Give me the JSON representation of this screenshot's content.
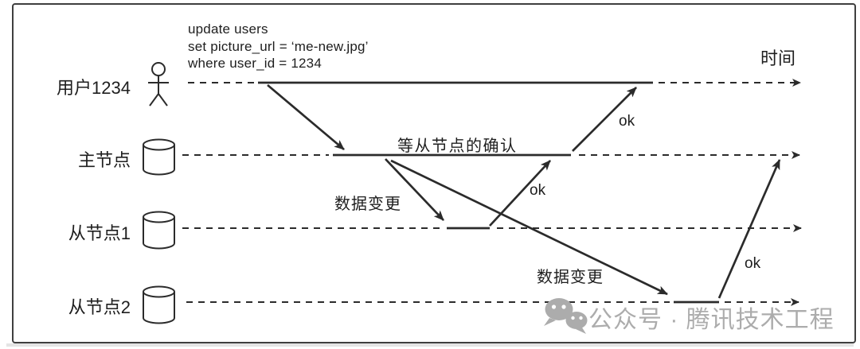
{
  "colors": {
    "line": "#2b2b2b",
    "ink": "#1e1e1e",
    "frame": "#3f3f3f",
    "watermark": "#acacac"
  },
  "diagram": {
    "time_label": "时间",
    "query_lines": [
      "update users",
      "set picture_url = ‘me-new.jpg’",
      "where user_id = 1234"
    ],
    "actors": [
      {
        "label": "用户1234",
        "icon": "person-icon"
      },
      {
        "label": "主节点",
        "icon": "database-icon"
      },
      {
        "label": "从节点1",
        "icon": "database-icon"
      },
      {
        "label": "从节点2",
        "icon": "database-icon"
      }
    ],
    "labels": {
      "wait_ack": "等从节点的确认",
      "data_change_1": "数据变更",
      "data_change_2": "数据变更",
      "ok_replica1": "ok",
      "ok_user": "ok",
      "ok_replica2": "ok"
    },
    "watermark": {
      "icon": "wechat-icon",
      "text": "公众号 · 腾讯技术工程"
    }
  }
}
